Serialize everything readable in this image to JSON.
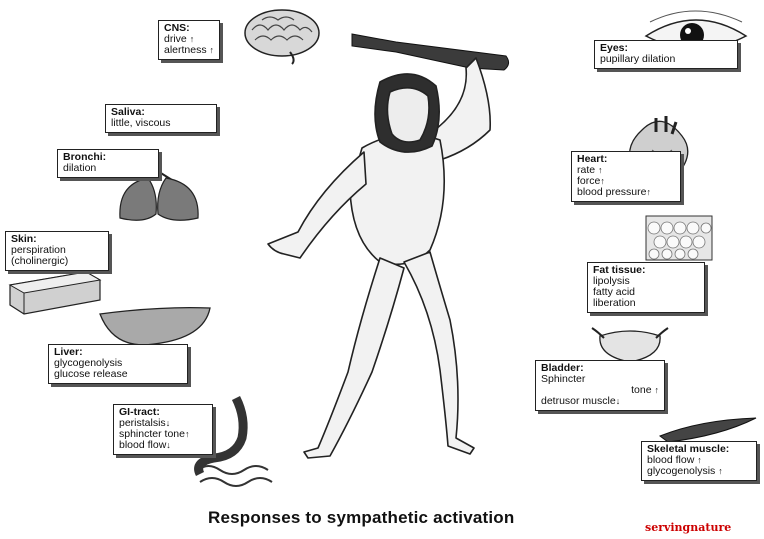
{
  "caption": "Responses to sympathetic activation",
  "watermark": "servingnature",
  "watermark_color": "#cc0000",
  "arrows": {
    "up": "↑",
    "down": "↓"
  },
  "organs": {
    "cns": {
      "title": "CNS:",
      "lines": [
        "drive",
        "alertness"
      ]
    },
    "saliva": {
      "title": "Saliva:",
      "lines": [
        "little, viscous"
      ]
    },
    "bronchi": {
      "title": "Bronchi:",
      "lines": [
        "dilation"
      ]
    },
    "skin": {
      "title": "Skin:",
      "lines": [
        "perspiration",
        "(cholinergic)"
      ]
    },
    "liver": {
      "title": "Liver:",
      "lines": [
        "glycogenolysis",
        "glucose release"
      ]
    },
    "gi": {
      "title": "GI-tract:",
      "lines": [
        "peristalsis",
        "sphincter tone",
        "blood flow"
      ]
    },
    "eyes": {
      "title": "Eyes:",
      "lines": [
        "pupillary dilation"
      ]
    },
    "heart": {
      "title": "Heart:",
      "lines": [
        "rate",
        "force",
        "blood pressure"
      ]
    },
    "fat": {
      "title": "Fat tissue:",
      "lines": [
        "lipolysis",
        "fatty acid",
        "liberation"
      ]
    },
    "bladder": {
      "title": "Bladder:",
      "lines": [
        "Sphincter",
        "tone",
        "detrusor muscle"
      ]
    },
    "skeletal": {
      "title": "Skeletal muscle:",
      "lines": [
        "blood flow",
        "glycogenolysis"
      ]
    }
  }
}
